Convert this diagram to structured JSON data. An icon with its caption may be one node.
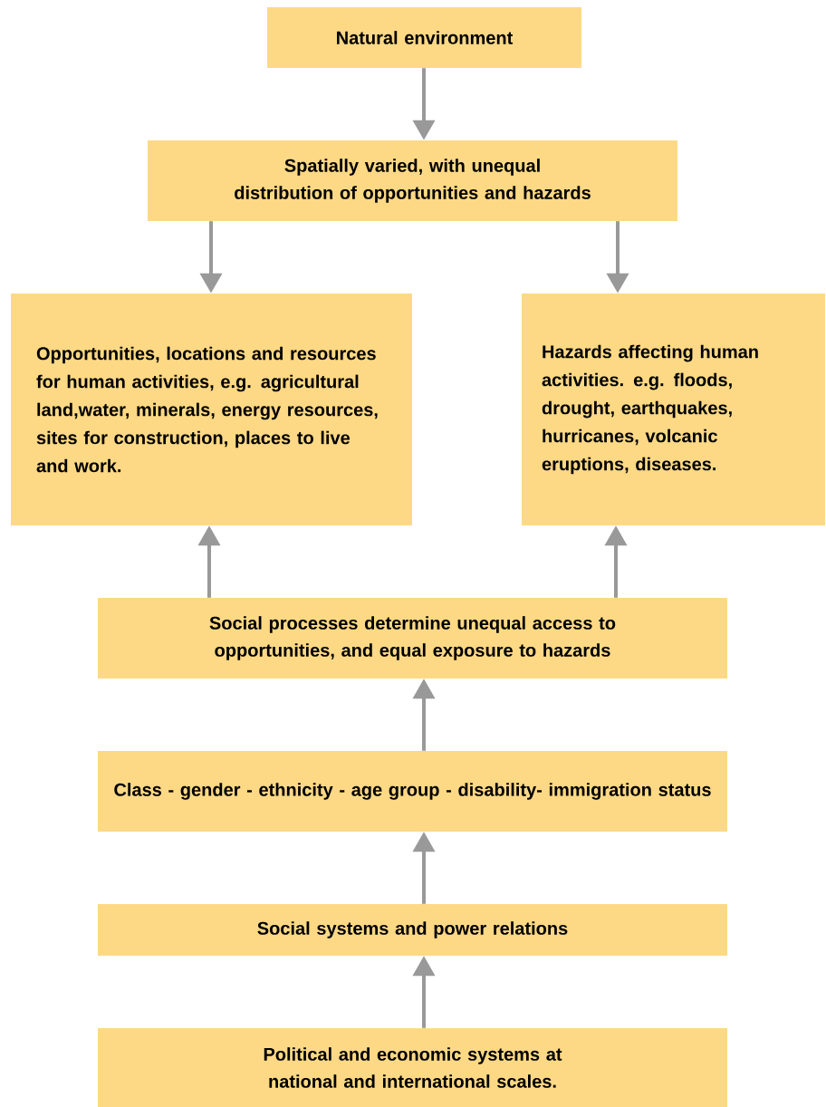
{
  "diagram": {
    "nodes": [
      {
        "text": [
          "Natural environment"
        ]
      },
      {
        "text": [
          "Spatially varied, with unequal distribution of opportunities and hazards"
        ]
      },
      {
        "text": [
          "Opportunities, locations and resources for human activities, e.g. agricultural land,water, minerals, energy resources, sites for construction, places to live and work."
        ]
      },
      {
        "text": [
          "Hazards affecting human activities. e.g. floods, drought, earthquakes, hurricanes, volcanic eruptions, diseases."
        ]
      },
      {
        "text": [
          "Social processes determine unequal access to opportunities, and equal exposure to hazards"
        ]
      },
      {
        "text": [
          "Class - gender - ethnicity - age group - disability- immigration status"
        ]
      },
      {
        "text": [
          "Social systems and power relations"
        ]
      },
      {
        "text": [
          "Political and economic systems at national and international scales."
        ]
      }
    ],
    "edges": [
      {
        "from": 0,
        "to": 1,
        "arrow": "to"
      },
      {
        "from": 1,
        "to": 2,
        "arrow": "to"
      },
      {
        "from": 1,
        "to": 3,
        "arrow": "to"
      },
      {
        "from": 4,
        "to": 2,
        "arrow": "to"
      },
      {
        "from": 4,
        "to": 3,
        "arrow": "to"
      },
      {
        "from": 5,
        "to": 4,
        "arrow": "to"
      },
      {
        "from": 6,
        "to": 5,
        "arrow": "to"
      },
      {
        "from": 7,
        "to": 6,
        "arrow": "to"
      }
    ]
  }
}
